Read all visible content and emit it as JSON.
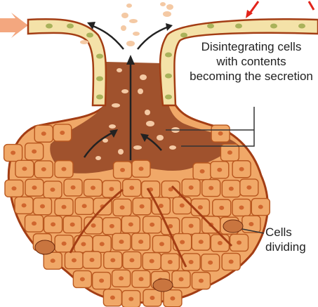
{
  "labels": {
    "disintegrating": {
      "lines": [
        "Disintegrating cells",
        "with contents",
        "becoming the secretion"
      ]
    },
    "dividing": {
      "lines": [
        "Cells",
        "dividing"
      ]
    }
  },
  "colors": {
    "lumen": "#a0522d",
    "cell_fill": "#f0a868",
    "cell_edge": "#b8571f",
    "nucleus": "#d0662e",
    "duct_cell": "#f4e2a8",
    "duct_nucleus": "#a9b25a",
    "outline": "#a33d14",
    "red_arrow": "#e2231a",
    "pointer_arrow": "#f3a77f",
    "flow_arrow": "#222222",
    "droplet": "#f4c9a4",
    "leader": "#333333"
  }
}
